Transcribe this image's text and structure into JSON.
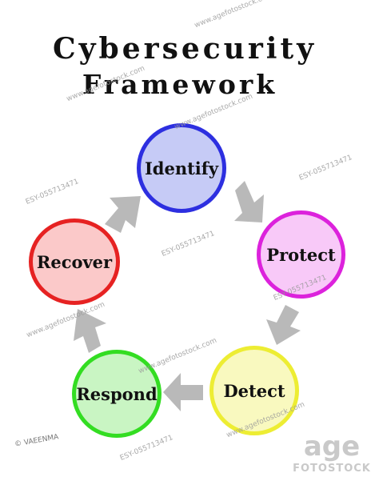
{
  "title": {
    "line1": "Cybersecurity",
    "line2": "Framework"
  },
  "nodes": [
    {
      "id": "identify",
      "label": "Identify",
      "fill": "#c6cbf6",
      "border": "#2d2fe0"
    },
    {
      "id": "protect",
      "label": "Protect",
      "fill": "#f8c9f8",
      "border": "#dc22dc"
    },
    {
      "id": "detect",
      "label": "Detect",
      "fill": "#f9f9bf",
      "border": "#eded33"
    },
    {
      "id": "respond",
      "label": "Respond",
      "fill": "#c9f5c3",
      "border": "#33dd22"
    },
    {
      "id": "recover",
      "label": "Recover",
      "fill": "#fbc9c9",
      "border": "#e62222"
    }
  ],
  "arrow_color": "#b9b9b9",
  "watermarks": {
    "site": "www.agefotostock.com",
    "code": "ESY-055713471",
    "author": "© VAEENMA"
  },
  "logo": {
    "line1": "age",
    "line2": "FOTOSTOCK"
  }
}
